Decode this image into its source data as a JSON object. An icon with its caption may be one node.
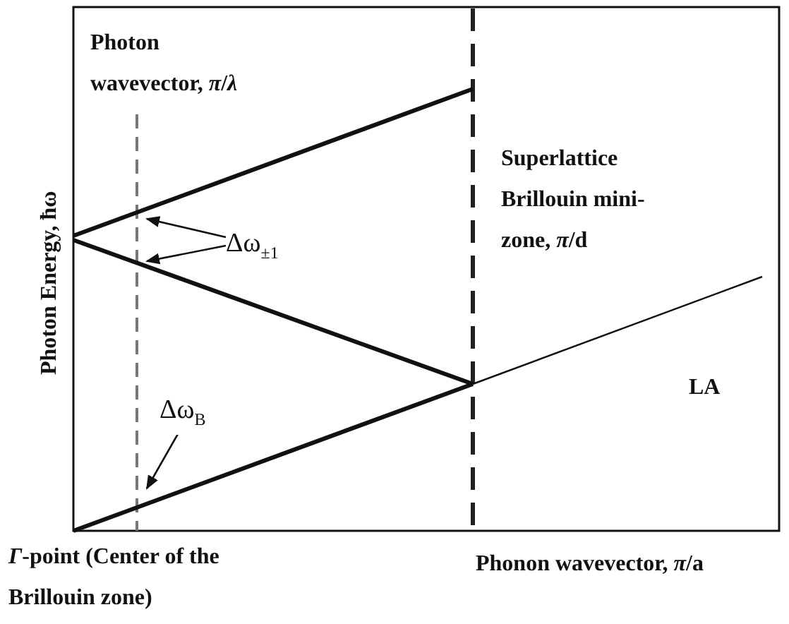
{
  "diagram": {
    "nodes": [
      {
        "text": [
          "Δω$_{±1}$"
        ]
      },
      {
        "text": [
          "Δω$_{B}$"
        ]
      }
    ],
    "edges": [
      {
        "from": 0,
        "to": null,
        "arrow": "to"
      },
      {
        "from": 0,
        "to": null,
        "arrow": "to"
      },
      {
        "from": 1,
        "to": null,
        "arrow": "to"
      }
    ],
    "labels": [
      "Photon wavevector, *π*/*λ*",
      "Superlattice Brillouin mini-zone, *π*/d",
      "LA",
      "Photon Energy, ħω",
      "*Γ*-point (Center of the Brillouin zone)",
      "Phonon wavevector, *π*/a"
    ]
  }
}
